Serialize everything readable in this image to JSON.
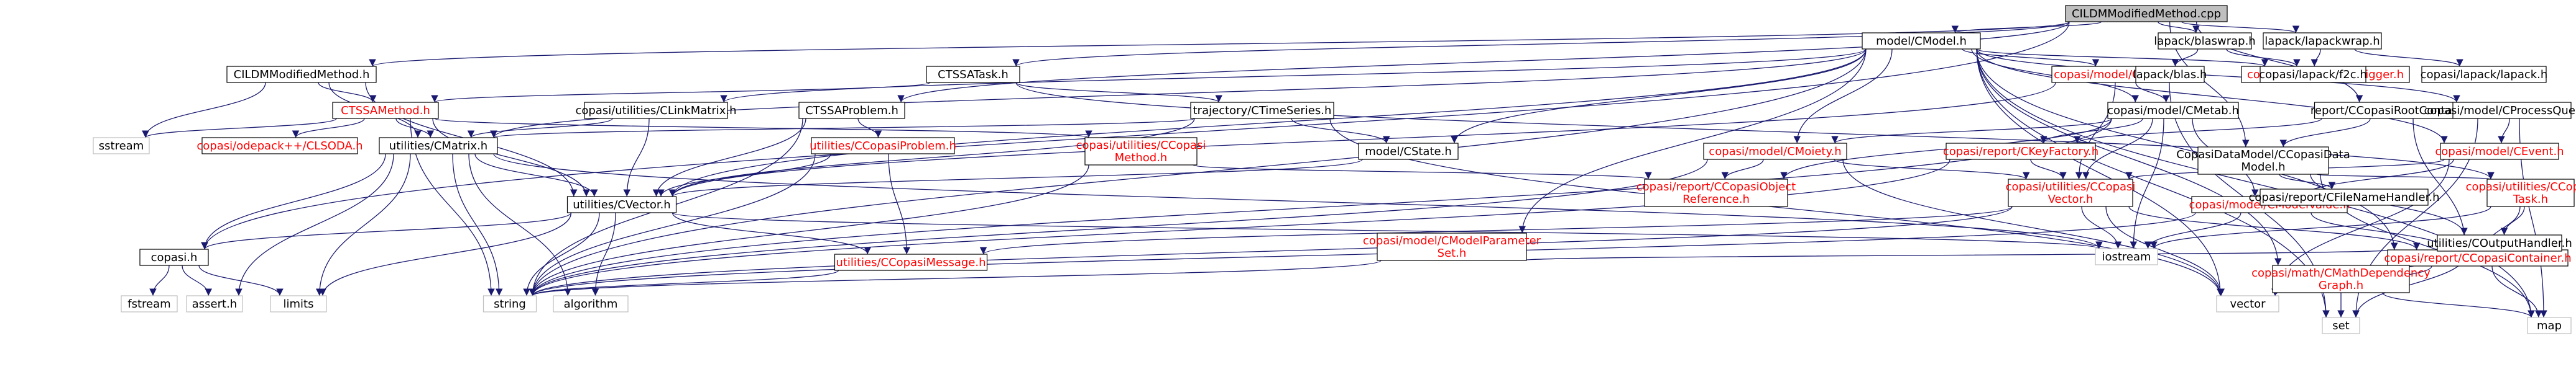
{
  "colors": {
    "edge": "#191970",
    "root_fill": "#bfbfbf",
    "node_fill": "#ffffff",
    "node_border": "#000000",
    "text_normal": "#000000",
    "text_linked": "#ff0000",
    "ghost_border": "#bfbfbf"
  },
  "nodes": {
    "root": {
      "label": "CILDMModifiedMethod.cpp"
    },
    "lwrap": {
      "label": "lapack/lapackwrap.h"
    },
    "lblas": {
      "label": "lapack/blaswrap.h"
    },
    "model": {
      "label": "model/CModel.h"
    },
    "copasih": {
      "label": "copasi.h"
    },
    "cildmh": {
      "label": "CILDMModifiedMethod.h"
    },
    "ctssam": {
      "label": "CTSSAMethod.h"
    },
    "stream": {
      "label": "sstream"
    },
    "odepack": {
      "label": "copasi/odepack++/CLSODA.h"
    },
    "cmatrix": {
      "label": "utilities/CMatrix.h"
    },
    "cvector": {
      "label": "utilities/CVector.h"
    },
    "fstream": {
      "label": "fstream"
    },
    "assert": {
      "label": "assert.h"
    },
    "limits": {
      "label": "limits"
    },
    "string": {
      "label": "string"
    },
    "algorithm": {
      "label": "algorithm"
    },
    "ccmsg": {
      "label": "utilities/CCopasiMessage.h"
    },
    "clink": {
      "label": "copasi/utilities/CLinkMatrix.h"
    },
    "ctssatask": {
      "label": "CTSSATask.h"
    },
    "ctssaprob": {
      "label": "CTSSAProblem.h"
    },
    "ccprob": {
      "label": "utilities/CCopasiProblem.h"
    },
    "ccmeth": [
      "copasi/utilities/CCopasi",
      "Method.h"
    ],
    "ctimeser": {
      "label": "trajectory/CTimeSeries.h"
    },
    "cstate": {
      "label": "model/CState.h"
    },
    "cmparamset": [
      "copasi/model/CModelParameter",
      "Set.h"
    ],
    "creaction": {
      "label": "copasi/model/CReaction.h"
    },
    "cmathtrig": {
      "label": "copasi/math/CMathTrigger.h"
    },
    "cmetab": {
      "label": "copasi/model/CMetab.h"
    },
    "cmoiety": {
      "label": "copasi/model/CMoiety.h"
    },
    "ckeyfact": {
      "label": "copasi/report/CKeyFactory.h"
    },
    "ccoref": [
      "copasi/report/CCopasiObject",
      "Reference.h"
    ],
    "ccvec": [
      "copasi/utilities/CCopasi",
      "Vector.h"
    ],
    "iostream": {
      "label": "iostream"
    },
    "cmodval": {
      "label": "copasi/model/CModelValue.h"
    },
    "cevent": {
      "label": "copasi/model/CEvent.h"
    },
    "cctask": [
      "copasi/utilities/CCopasi",
      "Task.h"
    ],
    "ccont": {
      "label": "copasi/report/CCopasiContainer.h"
    },
    "vector": {
      "label": "vector"
    },
    "crootcont": {
      "label": "report/CCopasiRootContainer.h"
    },
    "coutput": {
      "label": "utilities/COutputHandler.h"
    },
    "ccdatamod": [
      "CopasiDataModel/CCopasiData",
      "Model.h"
    ],
    "cfilename": {
      "label": "copasi/report/CFileNameHandler.h"
    },
    "cprocq": {
      "label": "copasi/model/CProcessQueue.h"
    },
    "cmathdep": [
      "copasi/math/CMathDependency",
      "Graph.h"
    ],
    "set": {
      "label": "set"
    },
    "map": {
      "label": "map"
    },
    "lapack": {
      "label": "copasi/lapack/lapack.h"
    },
    "f2c": {
      "label": "copasi/lapack/f2c.h"
    },
    "blas": {
      "label": "lapack/blas.h"
    }
  }
}
